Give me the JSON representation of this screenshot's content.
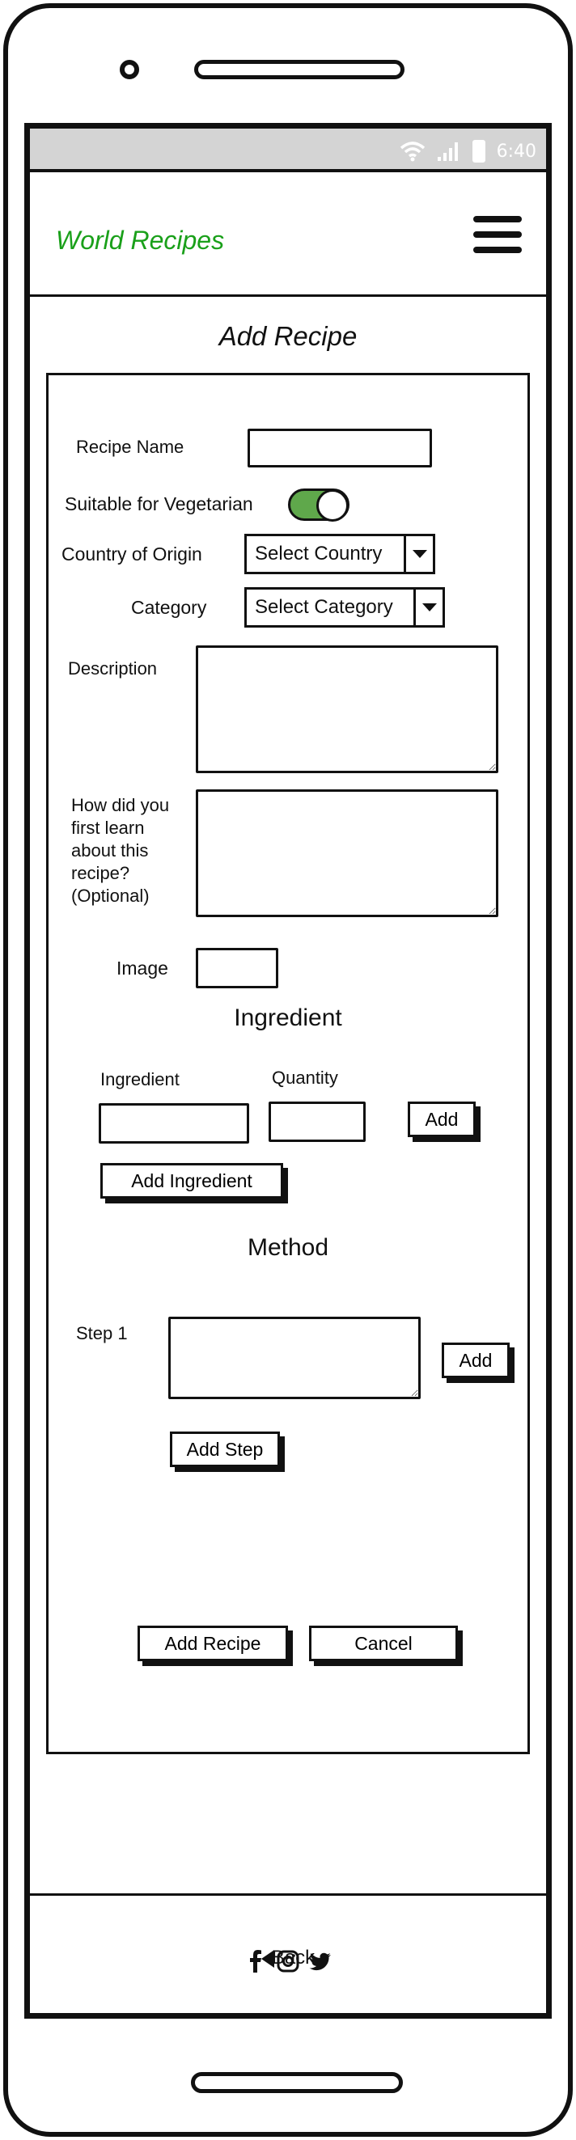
{
  "status": {
    "time": "6:40"
  },
  "header": {
    "app_title": "World Recipes"
  },
  "page": {
    "title": "Add Recipe"
  },
  "form": {
    "recipe_name_label": "Recipe Name",
    "vegetarian_label": "Suitable for Vegetarian",
    "vegetarian_on": true,
    "country_label": "Country of Origin",
    "country_value": "Select Country",
    "category_label": "Category",
    "category_value": "Select Category",
    "description_label": "Description",
    "learn_label_lines": [
      "How did you",
      "first learn",
      "about this",
      "recipe?",
      "(Optional)"
    ],
    "image_label": "Image"
  },
  "ingredient_section": {
    "title": "Ingredient",
    "ingredient_label": "Ingredient",
    "quantity_label": "Quantity",
    "add_label": "Add",
    "add_ingredient_label": "Add Ingredient"
  },
  "method_section": {
    "title": "Method",
    "step_label": "Step 1",
    "add_label": "Add",
    "add_step_label": "Add Step"
  },
  "actions": {
    "add_recipe_label": "Add Recipe",
    "cancel_label": "Cancel"
  },
  "back_label": "Back",
  "footer": {
    "icons": [
      "facebook-icon",
      "instagram-icon",
      "twitter-icon"
    ]
  },
  "colors": {
    "brand": "#1aa01a",
    "toggle_on": "#5fa84b",
    "status_bar": "#d4d4d4"
  }
}
